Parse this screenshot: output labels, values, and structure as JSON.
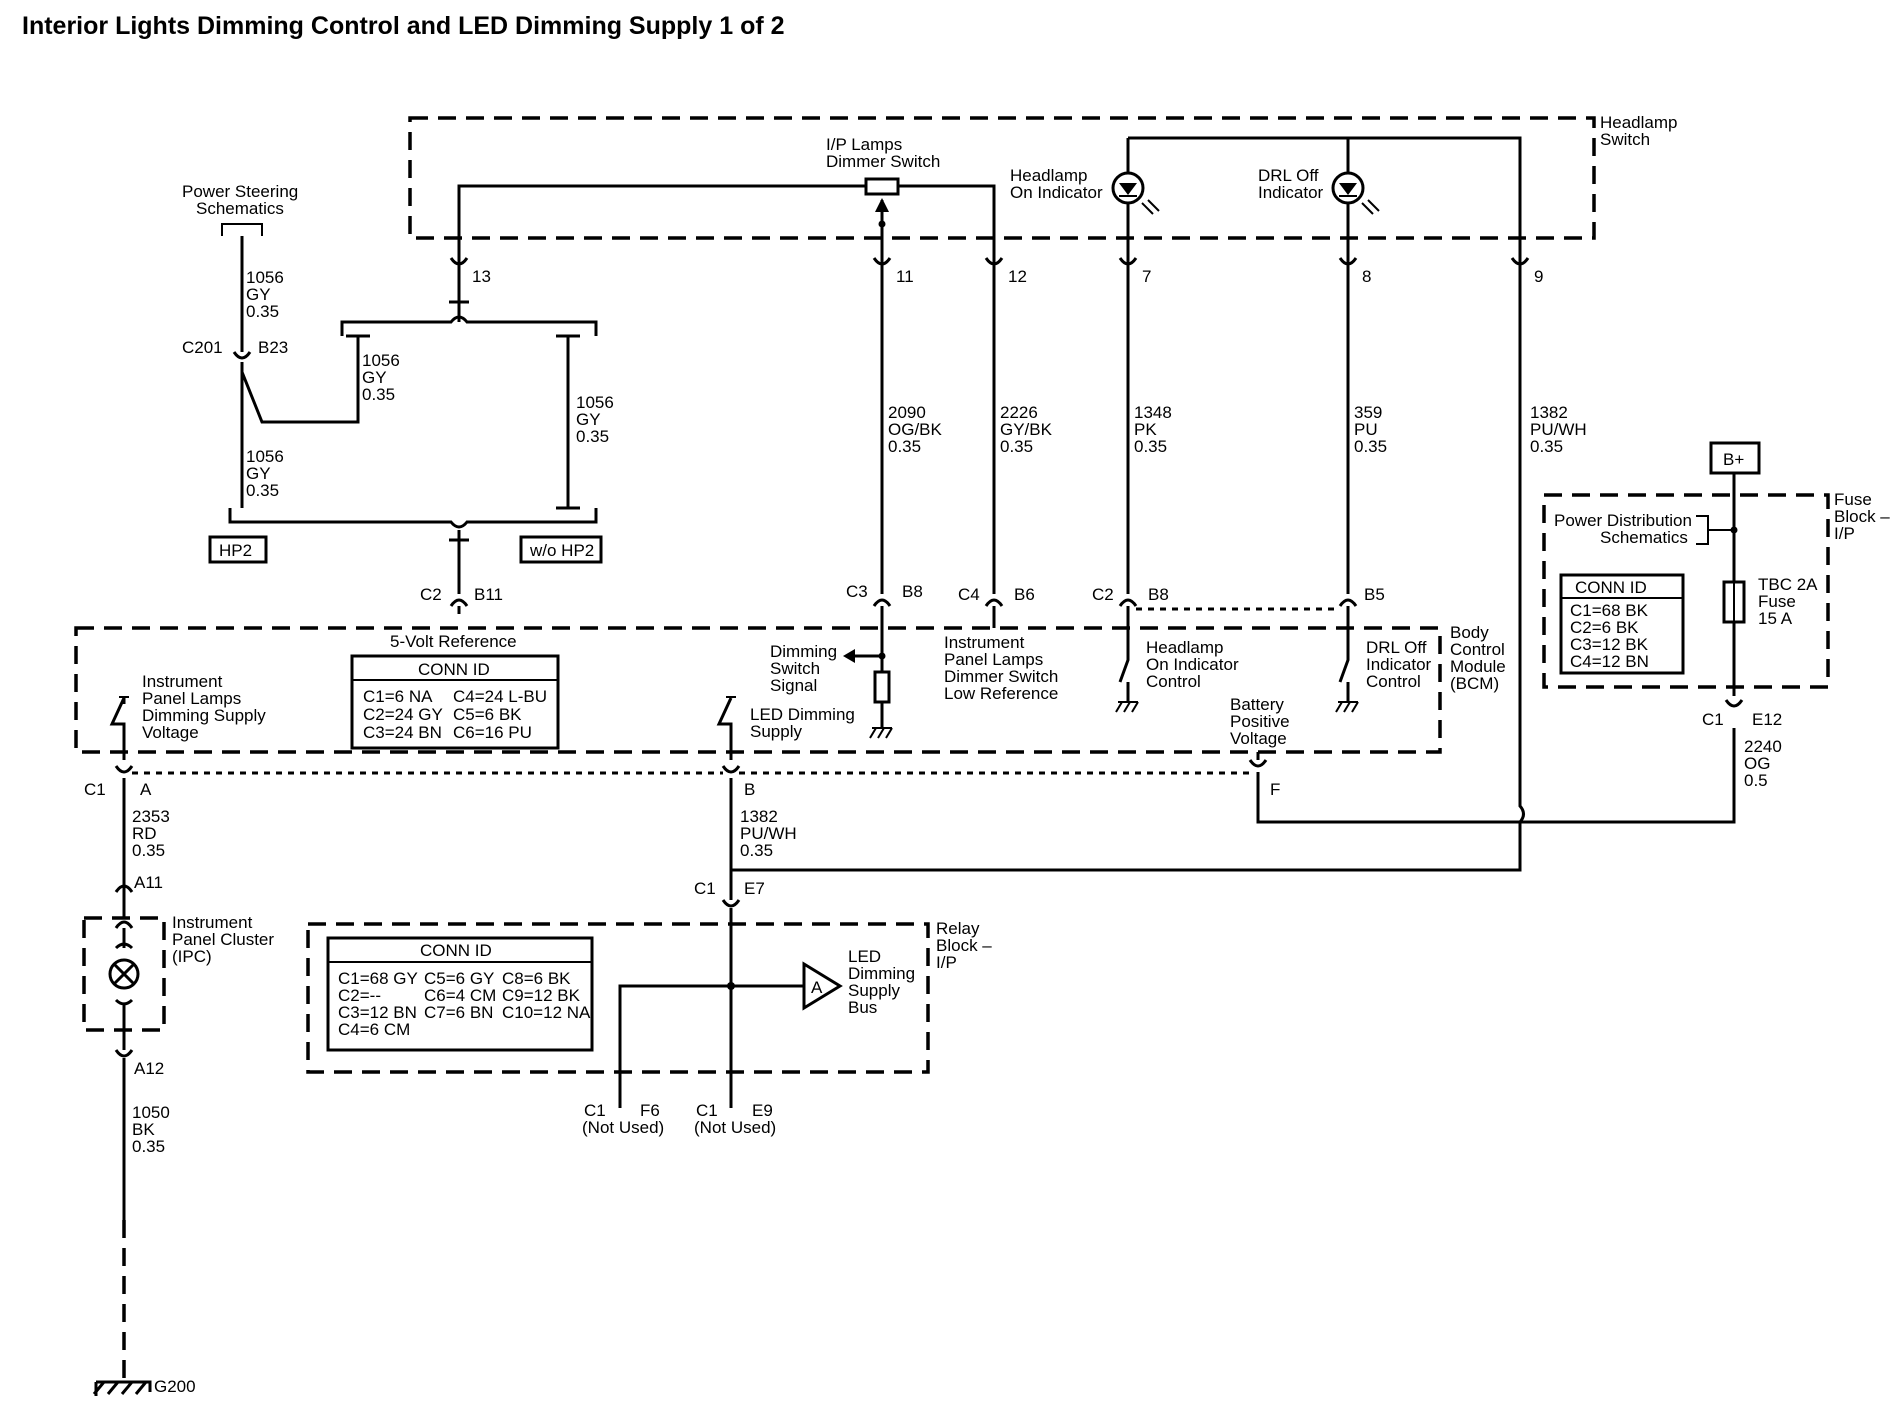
{
  "title": "Interior Lights Dimming Control and LED Dimming Supply 1 of 2",
  "headlamp_switch": {
    "label_1": "Headlamp",
    "label_2": "Switch",
    "dimmer_1": "I/P Lamps",
    "dimmer_2": "Dimmer Switch",
    "hl_ind_1": "Headlamp",
    "hl_ind_2": "On Indicator",
    "drl_ind_1": "DRL Off",
    "drl_ind_2": "Indicator",
    "pins": [
      "13",
      "11",
      "12",
      "7",
      "8",
      "9"
    ]
  },
  "power_steering": {
    "line_1": "Power Steering",
    "line_2": "Schematics"
  },
  "c201": {
    "conn": "C201",
    "pin": "B23"
  },
  "wires": {
    "w1056": {
      "num": "1056",
      "color": "GY",
      "gauge": "0.35"
    },
    "w2090": {
      "num": "2090",
      "color": "OG/BK",
      "gauge": "0.35"
    },
    "w2226": {
      "num": "2226",
      "color": "GY/BK",
      "gauge": "0.35"
    },
    "w1348": {
      "num": "1348",
      "color": "PK",
      "gauge": "0.35"
    },
    "w359": {
      "num": "359",
      "color": "PU",
      "gauge": "0.35"
    },
    "w1382": {
      "num": "1382",
      "color": "PU/WH",
      "gauge": "0.35"
    },
    "w2240": {
      "num": "2240",
      "color": "OG",
      "gauge": "0.5"
    },
    "w2353": {
      "num": "2353",
      "color": "RD",
      "gauge": "0.35"
    },
    "w1050": {
      "num": "1050",
      "color": "BK",
      "gauge": "0.35"
    }
  },
  "options": {
    "hp2": "HP2",
    "wo_hp2": "w/o HP2"
  },
  "bcm": {
    "label_1": "Body",
    "label_2": "Control",
    "label_3": "Module",
    "label_4": "(BCM)",
    "five_volt": "5-Volt Reference",
    "conn_title": "CONN ID",
    "conn_rows": [
      [
        "C1=6 NA",
        "C4=24 L-BU"
      ],
      [
        "C2=24 GY",
        "C5=6 BK"
      ],
      [
        "C3=24 BN",
        "C6=16 PU"
      ]
    ],
    "ipl_1": "Instrument",
    "ipl_2": "Panel Lamps",
    "ipl_3": "Dimming Supply",
    "ipl_4": "Voltage",
    "led_1": "LED Dimming",
    "led_2": "Supply",
    "dss_1": "Dimming",
    "dss_2": "Switch",
    "dss_3": "Signal",
    "ipd_1": "Instrument",
    "ipd_2": "Panel Lamps",
    "ipd_3": "Dimmer Switch",
    "ipd_4": "Low Reference",
    "hlc_1": "Headlamp",
    "hlc_2": "On Indicator",
    "hlc_3": "Control",
    "drlc_1": "DRL Off",
    "drlc_2": "Indicator",
    "drlc_3": "Control",
    "bat_1": "Battery",
    "bat_2": "Positive",
    "bat_3": "Voltage"
  },
  "connectors": {
    "c2_b11": {
      "conn": "C2",
      "pin": "B11"
    },
    "c3_b8": {
      "conn": "C3",
      "pin": "B8"
    },
    "c4_b6": {
      "conn": "C4",
      "pin": "B6"
    },
    "c2_b8": {
      "conn": "C2",
      "pin": "B8"
    },
    "b5": {
      "pin": "B5"
    },
    "c1_a": {
      "conn": "C1",
      "pin": "A"
    },
    "b": {
      "pin": "B"
    },
    "f": {
      "pin": "F"
    },
    "c1_e7": {
      "conn": "C1",
      "pin": "E7"
    },
    "c1_e12": {
      "conn": "C1",
      "pin": "E12"
    },
    "a11": {
      "pin": "A11"
    },
    "a12": {
      "pin": "A12"
    }
  },
  "fuse_block": {
    "bplus": "B+",
    "label_1": "Fuse",
    "label_2": "Block –",
    "label_3": "I/P",
    "pds_1": "Power Distribution",
    "pds_2": "Schematics",
    "conn_title": "CONN ID",
    "conn_rows": [
      "C1=68 BK",
      "C2=6 BK",
      "C3=12 BK",
      "C4=12 BN"
    ],
    "fuse_1": "TBC 2A",
    "fuse_2": "Fuse",
    "fuse_3": "15 A"
  },
  "ipc": {
    "label_1": "Instrument",
    "label_2": "Panel Cluster",
    "label_3": "(IPC)"
  },
  "relay_block": {
    "label_1": "Relay",
    "label_2": "Block –",
    "label_3": "I/P",
    "conn_title": "CONN ID",
    "conn_rows": [
      [
        "C1=68 GY",
        "C5=6 GY",
        "C8=6 BK"
      ],
      [
        "C2=--",
        "C6=4 CM",
        "C9=12 BK"
      ],
      [
        "C3=12 BN",
        "C7=6 BN",
        "C10=12 NA"
      ],
      [
        "C4=6 CM",
        "",
        ""
      ]
    ],
    "amp": "A",
    "led_1": "LED",
    "led_2": "Dimming",
    "led_3": "Supply",
    "led_4": "Bus",
    "f6_conn": "C1",
    "f6_pin": "F6",
    "e9_conn": "C1",
    "e9_pin": "E9",
    "not_used": "(Not Used)"
  },
  "ground": {
    "label": "G200"
  }
}
